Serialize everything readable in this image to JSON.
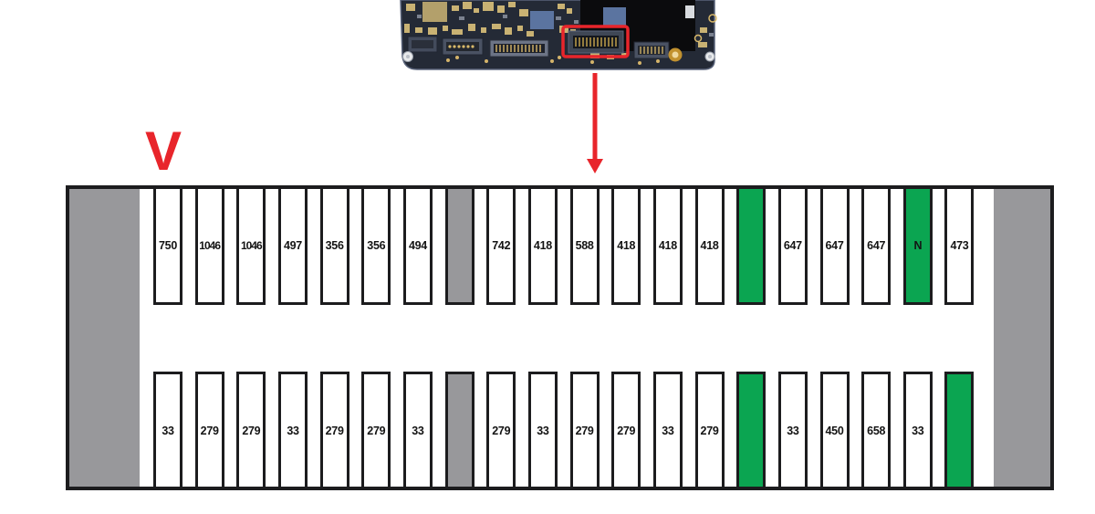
{
  "markers": {
    "v_label": "V"
  },
  "pcb_photo": {
    "highlight_color": "#e8252b"
  },
  "diagram": {
    "colors": {
      "green": "#0ba551",
      "gray": "#98989b",
      "border": "#1c1c1e",
      "red": "#e8252b"
    },
    "top_row": [
      {
        "value": "750",
        "type": "normal"
      },
      {
        "value": "1046",
        "type": "normal"
      },
      {
        "value": "1046",
        "type": "normal"
      },
      {
        "value": "497",
        "type": "normal"
      },
      {
        "value": "356",
        "type": "normal"
      },
      {
        "value": "356",
        "type": "normal"
      },
      {
        "value": "494",
        "type": "normal"
      },
      {
        "value": "",
        "type": "gray"
      },
      {
        "value": "742",
        "type": "normal"
      },
      {
        "value": "418",
        "type": "normal"
      },
      {
        "value": "588",
        "type": "normal"
      },
      {
        "value": "418",
        "type": "normal"
      },
      {
        "value": "418",
        "type": "normal"
      },
      {
        "value": "418",
        "type": "normal"
      },
      {
        "value": "",
        "type": "green"
      },
      {
        "value": "647",
        "type": "normal"
      },
      {
        "value": "647",
        "type": "normal"
      },
      {
        "value": "647",
        "type": "normal"
      },
      {
        "value": "N",
        "type": "green"
      },
      {
        "value": "473",
        "type": "normal"
      }
    ],
    "bottom_row": [
      {
        "value": "33",
        "type": "normal"
      },
      {
        "value": "279",
        "type": "normal"
      },
      {
        "value": "279",
        "type": "normal"
      },
      {
        "value": "33",
        "type": "normal"
      },
      {
        "value": "279",
        "type": "normal"
      },
      {
        "value": "279",
        "type": "normal"
      },
      {
        "value": "33",
        "type": "normal"
      },
      {
        "value": "",
        "type": "gray"
      },
      {
        "value": "279",
        "type": "normal"
      },
      {
        "value": "33",
        "type": "normal"
      },
      {
        "value": "279",
        "type": "normal"
      },
      {
        "value": "279",
        "type": "normal"
      },
      {
        "value": "33",
        "type": "normal"
      },
      {
        "value": "279",
        "type": "normal"
      },
      {
        "value": "",
        "type": "green"
      },
      {
        "value": "33",
        "type": "normal"
      },
      {
        "value": "450",
        "type": "normal"
      },
      {
        "value": "658",
        "type": "normal"
      },
      {
        "value": "33",
        "type": "normal"
      },
      {
        "value": "",
        "type": "green"
      }
    ]
  }
}
